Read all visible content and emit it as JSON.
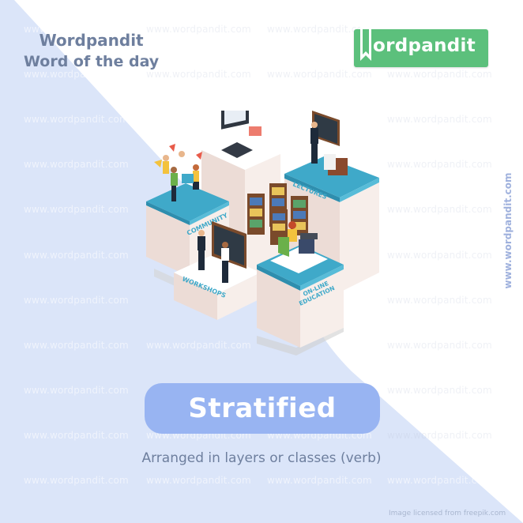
{
  "header": {
    "brand_title": "Wordpandit",
    "brand_subtitle": "Word of the day"
  },
  "logo": {
    "letter_icon": "bookmark-w-icon",
    "text": "ordpandit",
    "color": "#5cc07c"
  },
  "side_url": "www.wordpandit.com",
  "watermark_text": "www.wordpandit.com",
  "illustration": {
    "description": "isometric education platforms",
    "labels": [
      "COMMUNITY",
      "LECTURES",
      "WORKSHOPS",
      "ON-LINE",
      "EDUCATION"
    ]
  },
  "word": {
    "term": "Stratified",
    "definition": "Arranged in layers or classes (verb)"
  },
  "credit": "Image licensed from freepik.com",
  "colors": {
    "background_light_blue": "#dbe5f9",
    "pill_blue": "#98b4f2",
    "text_slate": "#6e7f9e",
    "platform_teal": "#3fa9c9",
    "block_cream": "#f1e6e1"
  }
}
